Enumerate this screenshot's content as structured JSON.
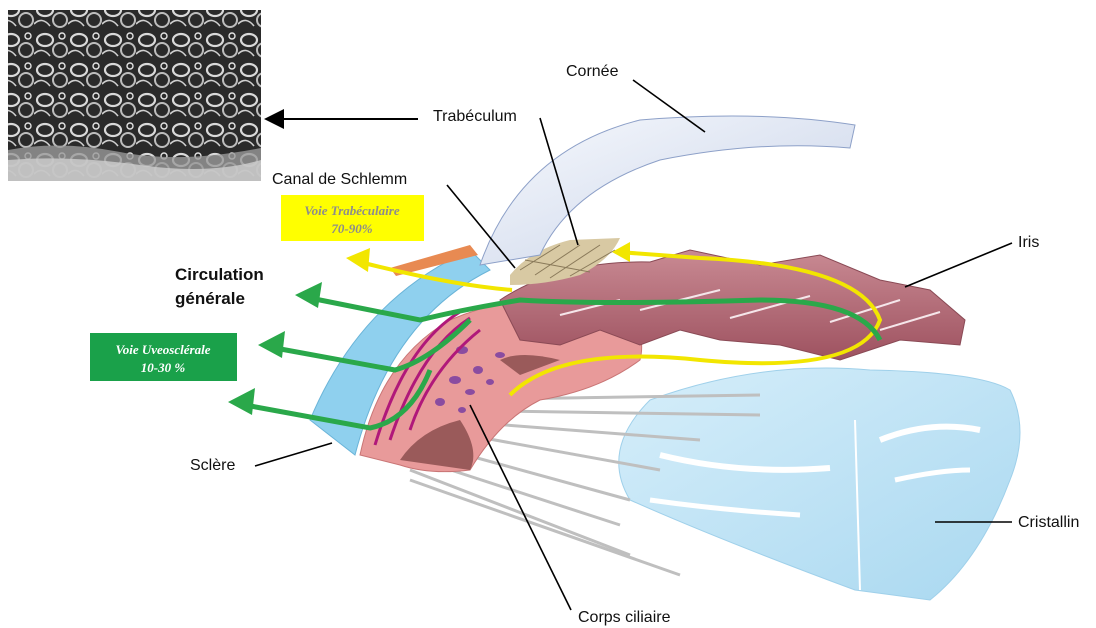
{
  "labels": {
    "cornea": "Cornée",
    "trabeculum": "Trabéculum",
    "schlemm": "Canal de Schlemm",
    "iris": "Iris",
    "circulation_line1": "Circulation",
    "circulation_line2": "générale",
    "sclera": "Sclère",
    "lens": "Cristallin",
    "ciliary_body": "Corps ciliaire"
  },
  "pathways": {
    "trabecular": {
      "line1": "Voie Trabéculaire",
      "line2": "70-90%",
      "box_color": "#ffff00",
      "text_color": "#8c8c8c",
      "flow_color": "#f2e600"
    },
    "uveoscleral": {
      "line1": "Voie Uveosclérale",
      "line2": "10-30 %",
      "box_color": "#1aa14a",
      "text_color": "#ffffff",
      "flow_color": "#2aa84a"
    }
  },
  "colors": {
    "sclera": "#8fd0ee",
    "cornea": "#e6ecf6",
    "iris": "#b86b78",
    "ciliary": "#e89a9a",
    "lens": "#bfe3f5"
  }
}
